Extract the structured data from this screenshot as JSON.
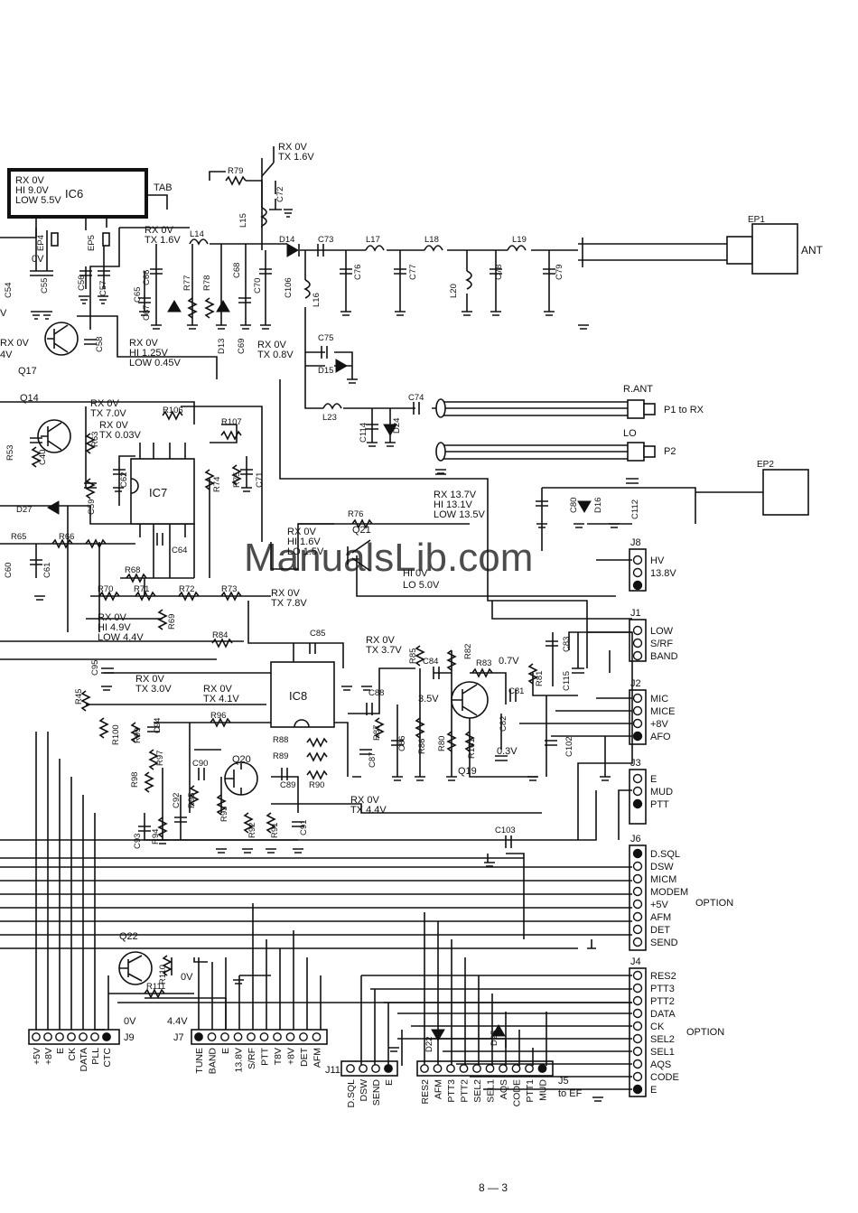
{
  "page_number": "8 — 3",
  "watermark": "ManualsLib.com",
  "ics": {
    "ic6": "IC6",
    "ic6_tab": "TAB",
    "ic7": "IC7",
    "ic8": "IC8"
  },
  "transistors": [
    "Q14",
    "Q17",
    "Q19",
    "Q20",
    "Q21",
    "Q22"
  ],
  "components": [
    "R79",
    "C72",
    "L15",
    "EP4",
    "EP5",
    "C54",
    "C55",
    "C56",
    "C57",
    "C58",
    "L14",
    "D14",
    "C73",
    "L17",
    "L18",
    "L19",
    "C66",
    "C65",
    "C67",
    "D13",
    "R77",
    "R78",
    "C68",
    "C70",
    "C69",
    "C106",
    "L16",
    "C76",
    "C77",
    "L20",
    "C78",
    "C79",
    "C75",
    "D15",
    "L23",
    "C114",
    "D24",
    "C74",
    "R106",
    "R107",
    "R63",
    "R53",
    "C40",
    "C62",
    "R74",
    "R75",
    "C71",
    "C59",
    "D27",
    "R65",
    "R66",
    "C60",
    "C61",
    "C64",
    "R68",
    "R70",
    "R71",
    "R72",
    "R73",
    "R69",
    "R76",
    "C80",
    "D16",
    "C112",
    "R84",
    "C85",
    "C95",
    "R45",
    "R100",
    "R99",
    "C94",
    "R96",
    "R97",
    "R98",
    "C93",
    "R94",
    "C92",
    "R95",
    "C90",
    "R93",
    "R92",
    "R91",
    "C91",
    "C89",
    "R90",
    "R89",
    "R88",
    "R87",
    "C87",
    "C88",
    "R85",
    "R86",
    "C84",
    "R82",
    "R83",
    "R80",
    "R101",
    "C82",
    "C81",
    "R81",
    "C83",
    "C115",
    "C102",
    "C103",
    "R110",
    "R111",
    "D22",
    "D25",
    "C86"
  ],
  "voltages": {
    "q21_base": [
      "RX 0V",
      "TX 1.6V"
    ],
    "ic6": [
      "RX 0V",
      "HI 9.0V",
      "LOW 5.5V"
    ],
    "ep4": "0V",
    "ep5": [
      "RX 0V",
      "TX 1.6V"
    ],
    "r77": [
      "RX 0V",
      "HI 1.25V",
      "LOW 0.45V"
    ],
    "d14": [
      "RX 0V",
      "TX 0.8V"
    ],
    "ic7_pin8": [
      "RX 0V",
      "TX 7.0V"
    ],
    "ic7_pin7": [
      "RX 0V",
      "TX 0.03V"
    ],
    "ic7_pin1": [
      "RX 0V",
      "HI 1.6V",
      "LO 1.5V"
    ],
    "ep2": [
      "RX 13.7V",
      "HI 13.1V",
      "LOW 13.5V"
    ],
    "q21_emitter": [
      "HI 0V",
      "LO 5.0V"
    ],
    "r69": [
      "RX 0V",
      "HI 4.9V",
      "LOW 4.4V"
    ],
    "ic8_pin4": [
      "RX 0V",
      "TX 7.8V"
    ],
    "ic8_pin2": [
      "RX 0V",
      "TX 3.7V"
    ],
    "ic8_pin5": [
      "RX 0V",
      "TX 3.0V"
    ],
    "ic8_pin7": [
      "RX 0V",
      "TX 4.1V"
    ],
    "q20": [
      "RX 0V",
      "TX 4.4V"
    ],
    "q19_base": "3.5V",
    "q19_collector": "0.7V",
    "q19_emitter": "0.3V",
    "q22_r110": "0V",
    "q22_base": "4.4V",
    "j9_ctc": "0V",
    "left_edge": [
      "RX 0V",
      "4V",
      "V"
    ]
  },
  "connectors": {
    "ep1": "EP1",
    "ant": "ANT",
    "r_ant": "R.ANT",
    "p1": "P1 to RX",
    "lo": "LO",
    "p2": "P2",
    "ep2": "EP2",
    "j8": {
      "name": "J8",
      "pins": [
        "HV",
        "13.8V"
      ]
    },
    "j1": {
      "name": "J1",
      "pins": [
        "LOW",
        "S/RF",
        "BAND"
      ]
    },
    "j2": {
      "name": "J2",
      "pins": [
        "MIC",
        "MICE",
        "+8V",
        "AFO"
      ]
    },
    "j3": {
      "name": "J3",
      "pins": [
        "E",
        "MUD",
        "PTT"
      ]
    },
    "j6": {
      "name": "J6",
      "pins": [
        "D.SQL",
        "DSW",
        "MICM",
        "MODEM",
        "+5V",
        "AFM",
        "DET",
        "SEND"
      ],
      "note": "OPTION"
    },
    "j4": {
      "name": "J4",
      "pins": [
        "RES2",
        "PTT3",
        "PTT2",
        "DATA",
        "CK",
        "SEL2",
        "SEL1",
        "AQS",
        "CODE",
        "E"
      ],
      "note": "OPTION"
    },
    "j9": {
      "name": "J9",
      "pins": [
        "+5V",
        "+8V",
        "E",
        "CK",
        "DATA",
        "PLL",
        "CTC"
      ]
    },
    "j7": {
      "name": "J7",
      "pins": [
        "TUNE",
        "BAND",
        "E",
        "13.8V",
        "S/RF",
        "PTT",
        "T8V",
        "+8V",
        "DET",
        "AFM"
      ]
    },
    "j11": {
      "name": "J11",
      "pins": [
        "D.SQL",
        "DSW",
        "SEND",
        "E"
      ]
    },
    "j5": {
      "name": "J5",
      "sub": "to EF",
      "pins": [
        "RES2",
        "AFM",
        "PTT3",
        "PTT2",
        "SEL2",
        "SEL1",
        "AQS",
        "CODE",
        "PTT1",
        "MUD"
      ]
    }
  }
}
